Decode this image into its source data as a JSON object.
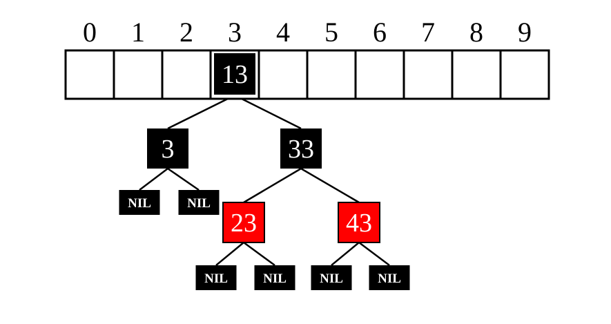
{
  "colors": {
    "black_node": "#000000",
    "red_node": "#ff0000",
    "text_light": "#ffffff",
    "line": "#000000",
    "table_border": "#000000"
  },
  "hash_table": {
    "indices": [
      "0",
      "1",
      "2",
      "3",
      "4",
      "5",
      "6",
      "7",
      "8",
      "9"
    ],
    "slots": [
      {
        "index": "0",
        "value": ""
      },
      {
        "index": "1",
        "value": ""
      },
      {
        "index": "2",
        "value": ""
      },
      {
        "index": "3",
        "value": "13",
        "color": "black"
      },
      {
        "index": "4",
        "value": ""
      },
      {
        "index": "5",
        "value": ""
      },
      {
        "index": "6",
        "value": ""
      },
      {
        "index": "7",
        "value": ""
      },
      {
        "index": "8",
        "value": ""
      },
      {
        "index": "9",
        "value": ""
      }
    ]
  },
  "tree": {
    "nodes": [
      {
        "id": "n13",
        "key": "13",
        "color": "black"
      },
      {
        "id": "n3",
        "key": "3",
        "color": "black",
        "parent": "n13"
      },
      {
        "id": "n33",
        "key": "33",
        "color": "black",
        "parent": "n13"
      },
      {
        "id": "nil1",
        "key": "NIL",
        "color": "black",
        "parent": "n3",
        "leaf": true
      },
      {
        "id": "nil2",
        "key": "NIL",
        "color": "black",
        "parent": "n3",
        "leaf": true
      },
      {
        "id": "n23",
        "key": "23",
        "color": "red",
        "parent": "n33"
      },
      {
        "id": "n43",
        "key": "43",
        "color": "red",
        "parent": "n33"
      },
      {
        "id": "nil3",
        "key": "NIL",
        "color": "black",
        "parent": "n23",
        "leaf": true
      },
      {
        "id": "nil4",
        "key": "NIL",
        "color": "black",
        "parent": "n23",
        "leaf": true
      },
      {
        "id": "nil5",
        "key": "NIL",
        "color": "black",
        "parent": "n43",
        "leaf": true
      },
      {
        "id": "nil6",
        "key": "NIL",
        "color": "black",
        "parent": "n43",
        "leaf": true
      }
    ]
  }
}
